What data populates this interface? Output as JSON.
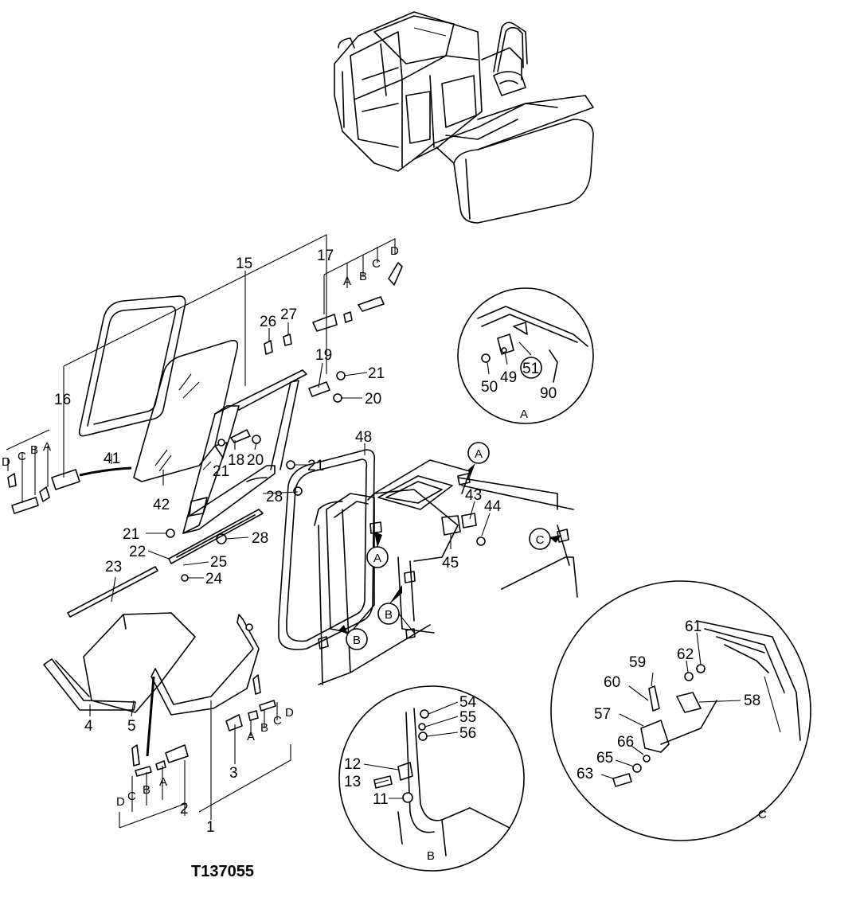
{
  "drawing_number": "T137055",
  "callouts": {
    "c1": "1",
    "c2": "2",
    "c3": "3",
    "c4": "4",
    "c5": "5",
    "c11": "11",
    "c12": "12",
    "c13": "13",
    "c15": "15",
    "c16": "16",
    "c17": "17",
    "c18": "18",
    "c19": "19",
    "c20a": "20",
    "c20b": "20",
    "c21a": "21",
    "c21b": "21",
    "c21c": "21",
    "c21d": "21",
    "c22": "22",
    "c23": "23",
    "c24": "24",
    "c25": "25",
    "c26": "26",
    "c27": "27",
    "c28a": "28",
    "c28b": "28",
    "c41": "41",
    "c42": "42",
    "c43": "43",
    "c44": "44",
    "c45": "45",
    "c48": "48",
    "c49": "49",
    "c50": "50",
    "c51": "51",
    "c54": "54",
    "c55": "55",
    "c56": "56",
    "c57": "57",
    "c58": "58",
    "c59": "59",
    "c60": "60",
    "c61": "61",
    "c62": "62",
    "c63": "63",
    "c65": "65",
    "c66": "66",
    "c90": "90"
  },
  "letters": {
    "A": "A",
    "B": "B",
    "C": "C",
    "D": "D"
  },
  "detail_views": {
    "A": "A",
    "B": "B",
    "C": "C"
  }
}
